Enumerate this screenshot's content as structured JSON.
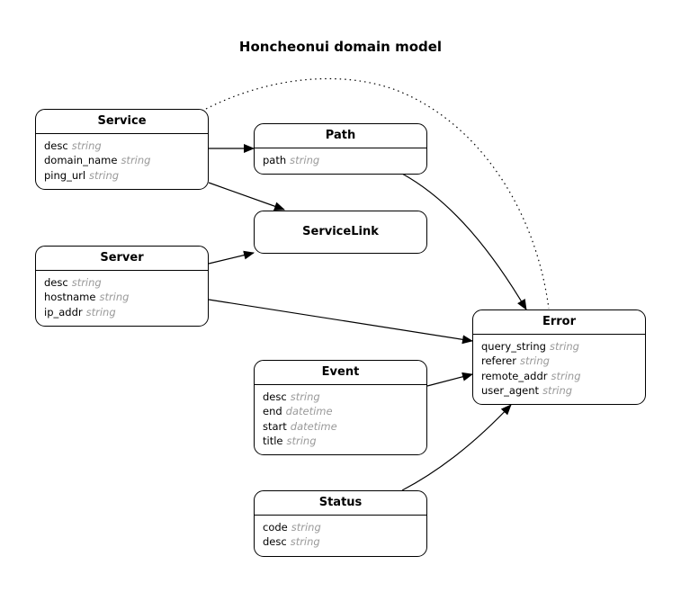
{
  "title": "Honcheonui domain model",
  "entities": {
    "service": {
      "name": "Service",
      "attributes": [
        {
          "name": "desc",
          "type": "string"
        },
        {
          "name": "domain_name",
          "type": "string"
        },
        {
          "name": "ping_url",
          "type": "string"
        }
      ]
    },
    "path": {
      "name": "Path",
      "attributes": [
        {
          "name": "path",
          "type": "string"
        }
      ]
    },
    "servicelink": {
      "name": "ServiceLink",
      "attributes": []
    },
    "server": {
      "name": "Server",
      "attributes": [
        {
          "name": "desc",
          "type": "string"
        },
        {
          "name": "hostname",
          "type": "string"
        },
        {
          "name": "ip_addr",
          "type": "string"
        }
      ]
    },
    "error": {
      "name": "Error",
      "attributes": [
        {
          "name": "query_string",
          "type": "string"
        },
        {
          "name": "referer",
          "type": "string"
        },
        {
          "name": "remote_addr",
          "type": "string"
        },
        {
          "name": "user_agent",
          "type": "string"
        }
      ]
    },
    "event": {
      "name": "Event",
      "attributes": [
        {
          "name": "desc",
          "type": "string"
        },
        {
          "name": "end",
          "type": "datetime"
        },
        {
          "name": "start",
          "type": "datetime"
        },
        {
          "name": "title",
          "type": "string"
        }
      ]
    },
    "status": {
      "name": "Status",
      "attributes": [
        {
          "name": "code",
          "type": "string"
        },
        {
          "name": "desc",
          "type": "string"
        }
      ]
    }
  },
  "relationships": [
    {
      "from": "Service",
      "to": "Path",
      "style": "solid"
    },
    {
      "from": "Service",
      "to": "ServiceLink",
      "style": "solid"
    },
    {
      "from": "Server",
      "to": "ServiceLink",
      "style": "solid"
    },
    {
      "from": "Server",
      "to": "Error",
      "style": "solid"
    },
    {
      "from": "Path",
      "to": "Error",
      "style": "solid"
    },
    {
      "from": "Event",
      "to": "Error",
      "style": "solid"
    },
    {
      "from": "Status",
      "to": "Error",
      "style": "solid"
    },
    {
      "from": "Service",
      "to": "Error",
      "style": "dotted"
    }
  ]
}
